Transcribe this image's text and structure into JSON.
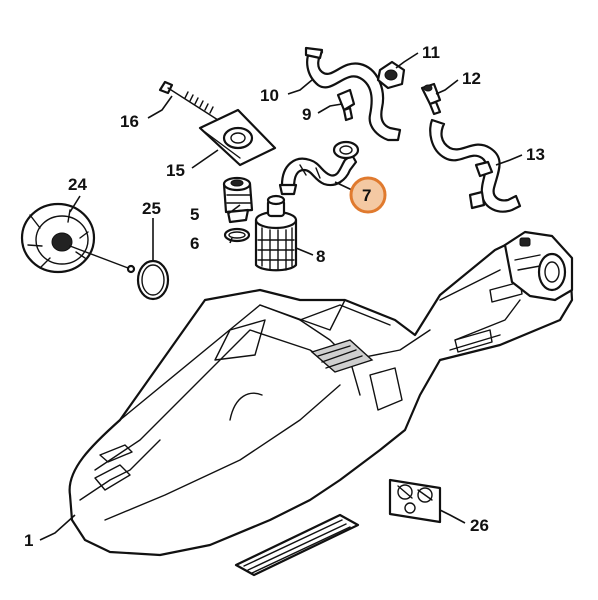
{
  "colors": {
    "highlight_fill": "#f4c9a3",
    "highlight_stroke": "#e07a2e",
    "line": "#111111",
    "background": "#ffffff"
  },
  "callouts": [
    {
      "id": "1",
      "label": "1"
    },
    {
      "id": "5",
      "label": "5"
    },
    {
      "id": "6",
      "label": "6"
    },
    {
      "id": "7",
      "label": "7",
      "highlighted": true
    },
    {
      "id": "8",
      "label": "8"
    },
    {
      "id": "9",
      "label": "9"
    },
    {
      "id": "10",
      "label": "10"
    },
    {
      "id": "11",
      "label": "11"
    },
    {
      "id": "12",
      "label": "12"
    },
    {
      "id": "13",
      "label": "13"
    },
    {
      "id": "15",
      "label": "15"
    },
    {
      "id": "16",
      "label": "16"
    },
    {
      "id": "24",
      "label": "24"
    },
    {
      "id": "25",
      "label": "25"
    },
    {
      "id": "26",
      "label": "26"
    }
  ]
}
